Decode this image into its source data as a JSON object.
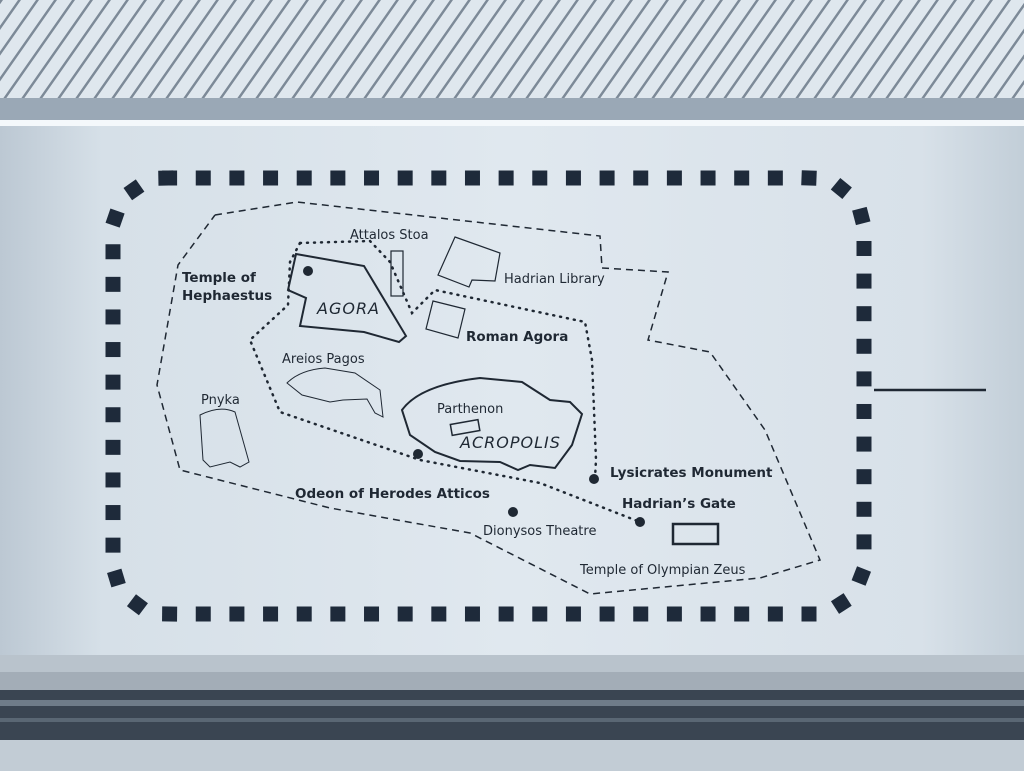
{
  "map": {
    "labels": {
      "attalos_stoa": "Attalos Stoa",
      "temple_hephaestus_1": "Temple of",
      "temple_hephaestus_2": "Hephaestus",
      "agora": "AGORA",
      "hadrian_library": "Hadrian Library",
      "roman_agora": "Roman Agora",
      "areios_pagos": "Areios Pagos",
      "pnyka": "Pnyka",
      "parthenon": "Parthenon",
      "acropolis": "ACROPOLIS",
      "lysicrates": "Lysicrates Monument",
      "odeon": "Odeon of Herodes Atticos",
      "hadrians_gate": "Hadrian’s Gate",
      "dionysos": "Dionysos Theatre",
      "olympian_zeus": "Temple of Olympian Zeus"
    },
    "colors": {
      "ink": "#1f2833",
      "wall": "#dbe4ec",
      "border_squares": "#1e2a3a"
    }
  }
}
